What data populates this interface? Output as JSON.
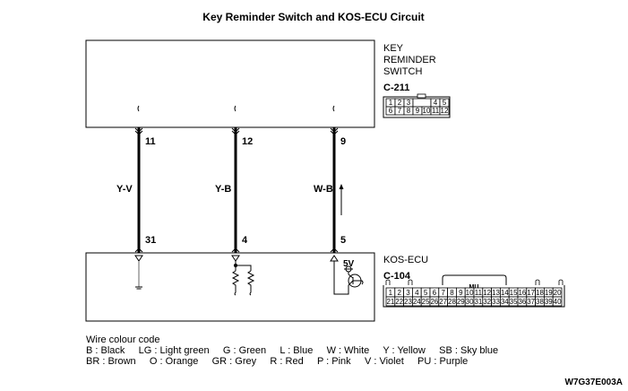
{
  "title": "Key Reminder Switch and KOS-ECU Circuit",
  "top_component": {
    "name_lines": [
      "KEY",
      "REMINDER",
      "SWITCH"
    ],
    "connector": "C-211",
    "pins_row1": [
      "1",
      "2",
      "3",
      "",
      "4",
      "5"
    ],
    "pins_row2": [
      "6",
      "7",
      "8",
      "9",
      "10",
      "11",
      "12"
    ]
  },
  "bottom_component": {
    "name": "KOS-ECU",
    "connector": "C-104",
    "connector_tag": "MU",
    "supply": "5V",
    "pins_row1": [
      "1",
      "2",
      "3",
      "4",
      "5",
      "6",
      "7",
      "8",
      "9",
      "10",
      "11",
      "12",
      "13",
      "14",
      "15",
      "16",
      "17",
      "18",
      "19",
      "20"
    ],
    "pins_row2": [
      "21",
      "22",
      "23",
      "24",
      "25",
      "26",
      "27",
      "28",
      "29",
      "30",
      "31",
      "32",
      "33",
      "34",
      "35",
      "36",
      "37",
      "38",
      "39",
      "40"
    ]
  },
  "wires": [
    {
      "color_code": "Y-V",
      "top_pin": "11",
      "bottom_pin": "31"
    },
    {
      "color_code": "Y-B",
      "top_pin": "12",
      "bottom_pin": "4"
    },
    {
      "color_code": "W-B",
      "top_pin": "9",
      "bottom_pin": "5"
    }
  ],
  "legend": {
    "title": "Wire colour code",
    "line1": "B : Black     LG : Light green     G : Green     L : Blue     W : White     Y : Yellow     SB : Sky blue",
    "line2": "BR : Brown     O : Orange     GR : Grey     R : Red     P : Pink     V : Violet     PU : Purple"
  },
  "figure_code": "W7G37E003A"
}
